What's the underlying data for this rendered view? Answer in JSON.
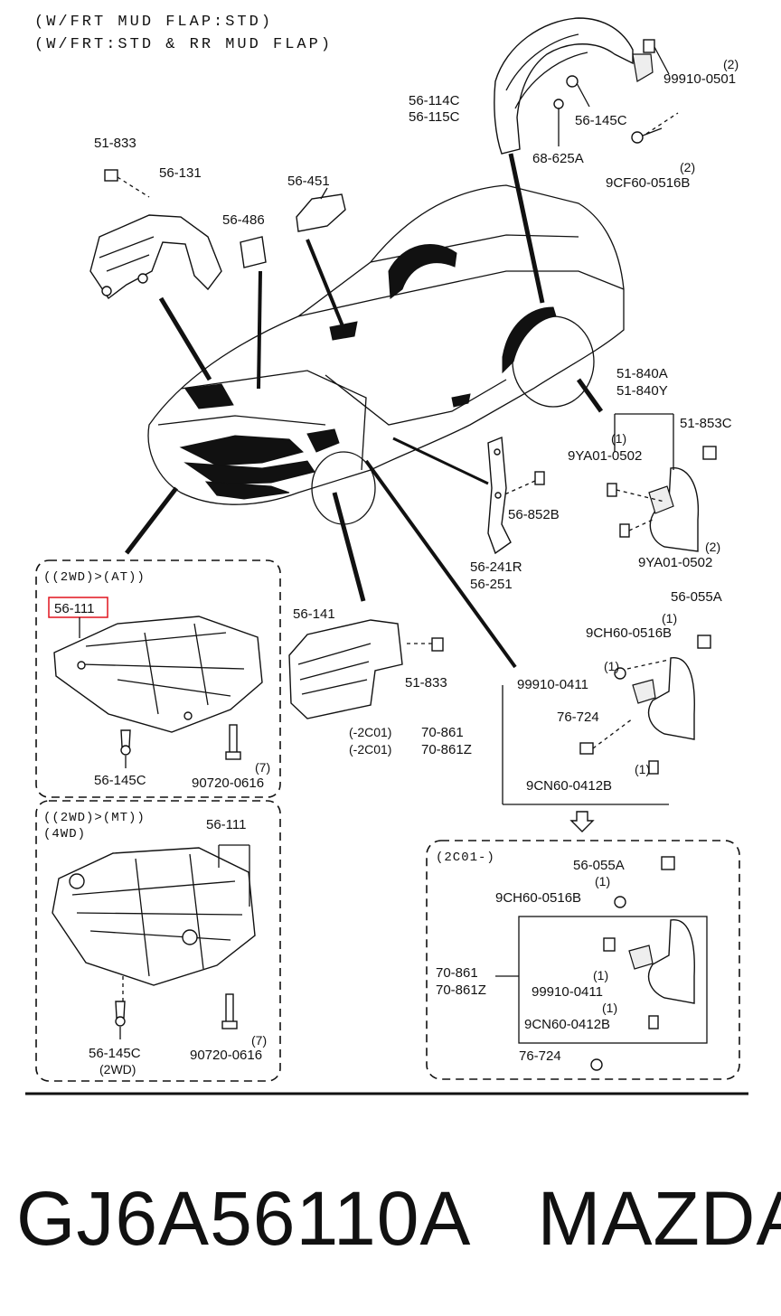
{
  "header": {
    "line1": "(W/FRT MUD FLAP:STD)",
    "line2": "(W/FRT:STD & RR MUD FLAP)"
  },
  "labels": {
    "p56_114C": "56-114C",
    "p56_115C": "56-115C",
    "p99910_0501": "99910-0501",
    "q99910_0501": "(2)",
    "p56_145C_top": "56-145C",
    "p68_625A": "68-625A",
    "p9CF60": "9CF60-0516B",
    "q9CF60": "(2)",
    "p51_833_top": "51-833",
    "p56_131": "56-131",
    "p56_451": "56-451",
    "p56_486": "56-486",
    "p51_840A": "51-840A",
    "p51_840Y": "51-840Y",
    "p51_853C": "51-853C",
    "q9YA01_a": "(1)",
    "p9YA01_a": "9YA01-0502",
    "p56_852B": "56-852B",
    "p56_241R": "56-241R",
    "p56_251": "56-251",
    "q9YA01_b": "(2)",
    "p9YA01_b": "9YA01-0502",
    "box1_hdr": "((2WD)>(AT))",
    "p56_111_a": "56-111",
    "p56_145C_a": "56-145C",
    "p90720_a": "90720-0616",
    "q90720_a": "(7)",
    "box2_hdr1": "((2WD)>(MT))",
    "box2_hdr2": "(4WD)",
    "p56_111_b": "56-111",
    "p56_145C_b": "56-145C",
    "p56_145C_b_note": "(2WD)",
    "p90720_b": "90720-0616",
    "q90720_b": "(7)",
    "p56_141": "56-141",
    "p51_833_mid": "51-833",
    "p56_055A_a": "56-055A",
    "q9CH60_a": "(1)",
    "p9CH60_a": "9CH60-0516B",
    "q99910_0411_a": "(1)",
    "p99910_0411_a": "99910-0411",
    "p76_724_a": "76-724",
    "p70_861_pre": "(-2C01)",
    "p70_861": "70-861",
    "p70_861Z_pre": "(-2C01)",
    "p70_861Z": "70-861Z",
    "q9CN60_a": "(1)",
    "p9CN60_a": "9CN60-0412B",
    "box3_hdr": "(2C01-)",
    "p56_055A_b": "56-055A",
    "q9CH60_b": "(1)",
    "p9CH60_b": "9CH60-0516B",
    "p70_861_b": "70-861",
    "p70_861Z_b": "70-861Z",
    "q99910_0411_b": "(1)",
    "p99910_0411_b": "99910-0411",
    "q9CN60_b": "(1)",
    "p9CN60_b": "9CN60-0412B",
    "p76_724_b": "76-724"
  },
  "highlight": {
    "label": "56-111",
    "color": "#e0141e"
  },
  "footer": {
    "part_number": "GJ6A56110A",
    "brand": "MAZDA"
  }
}
